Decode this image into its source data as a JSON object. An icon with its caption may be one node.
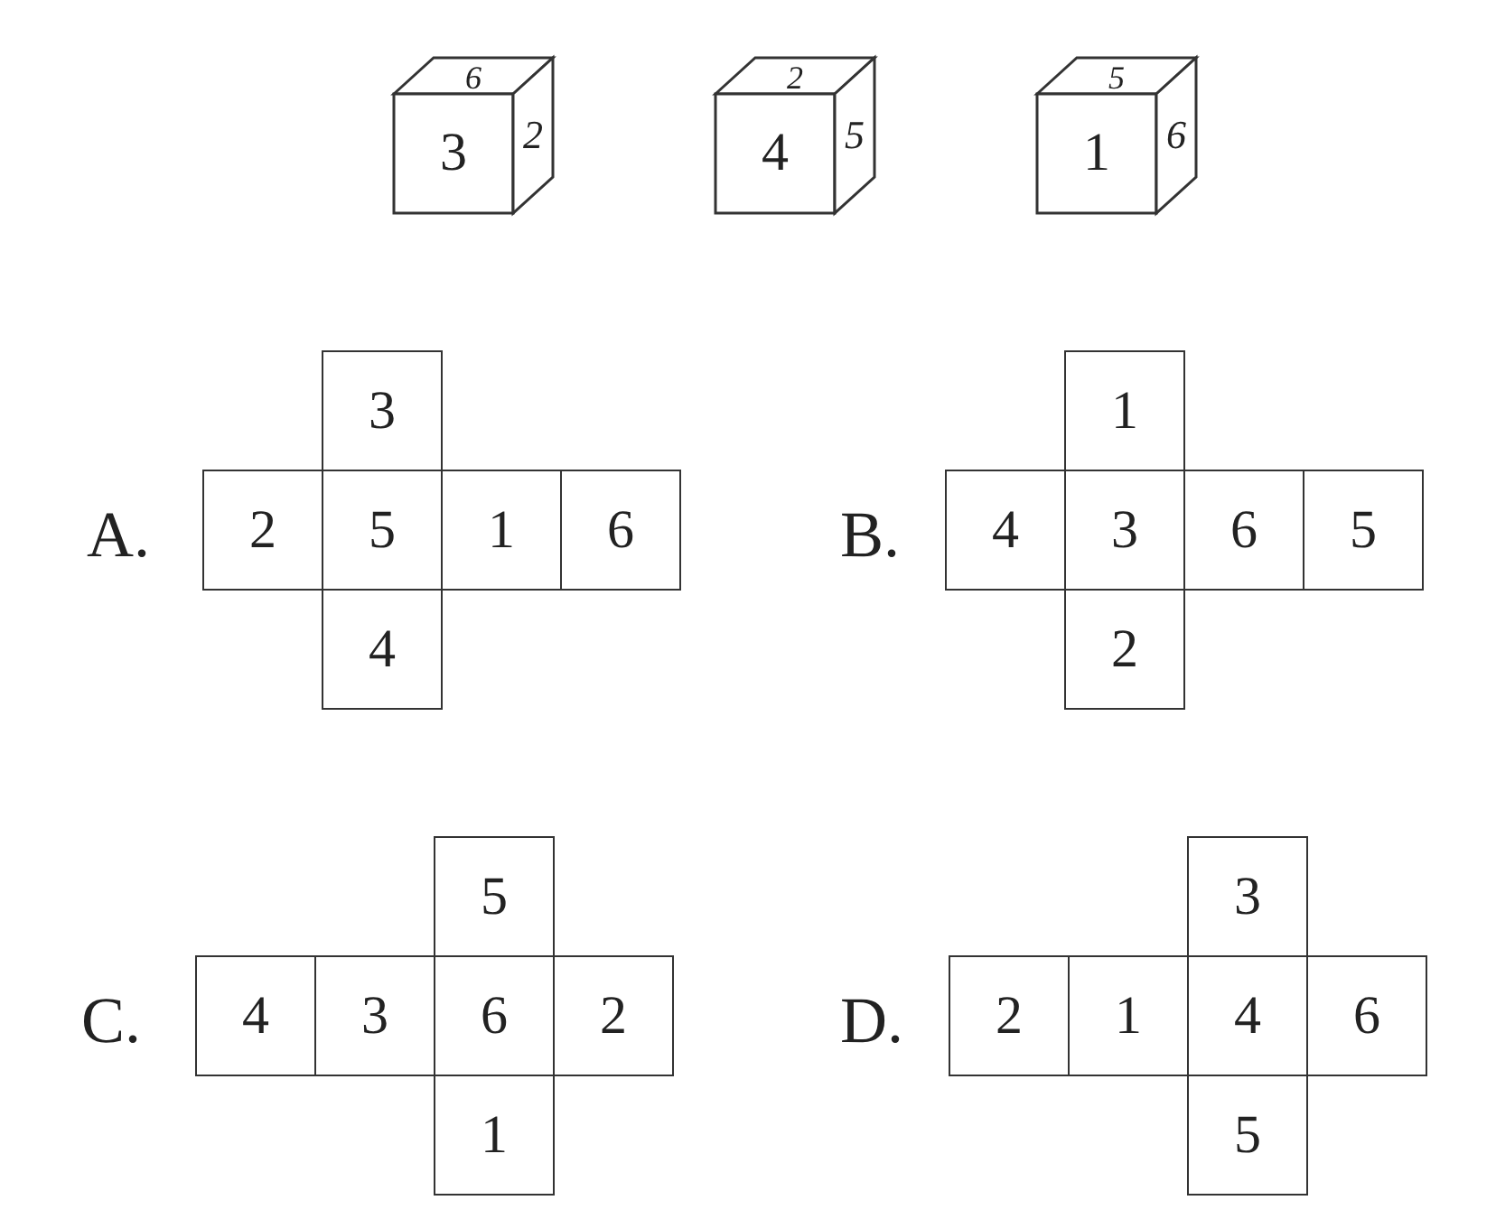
{
  "diagram": {
    "nodes": [
      {
        "text": [],
        "shape": "cube"
      },
      {
        "text": [
          "6"
        ],
        "in": 0
      },
      {
        "text": [
          "3"
        ],
        "in": 0
      },
      {
        "text": [
          "2"
        ],
        "in": 0
      },
      {
        "text": [],
        "shape": "cube"
      },
      {
        "text": [
          "2"
        ],
        "in": 4
      },
      {
        "text": [
          "4"
        ],
        "in": 4
      },
      {
        "text": [
          "5"
        ],
        "in": 4
      },
      {
        "text": [],
        "shape": "cube"
      },
      {
        "text": [
          "5"
        ],
        "in": 8
      },
      {
        "text": [
          "1"
        ],
        "in": 8
      },
      {
        "text": [
          "6"
        ],
        "in": 8
      },
      {
        "text": [
          "3"
        ]
      },
      {
        "text": [
          "2"
        ]
      },
      {
        "text": [
          "5"
        ]
      },
      {
        "text": [
          "1"
        ]
      },
      {
        "text": [
          "6"
        ]
      },
      {
        "text": [
          "4"
        ]
      },
      {
        "text": [
          "1"
        ]
      },
      {
        "text": [
          "4"
        ]
      },
      {
        "text": [
          "3"
        ]
      },
      {
        "text": [
          "6"
        ]
      },
      {
        "text": [
          "5"
        ]
      },
      {
        "text": [
          "2"
        ]
      },
      {
        "text": [
          "5"
        ]
      },
      {
        "text": [
          "4"
        ]
      },
      {
        "text": [
          "3"
        ]
      },
      {
        "text": [
          "6"
        ]
      },
      {
        "text": [
          "2"
        ]
      },
      {
        "text": [
          "1"
        ]
      },
      {
        "text": [
          "3"
        ]
      },
      {
        "text": [
          "2"
        ]
      },
      {
        "text": [
          "1"
        ]
      },
      {
        "text": [
          "4"
        ]
      },
      {
        "text": [
          "6"
        ]
      },
      {
        "text": [
          "5"
        ]
      }
    ],
    "labels": [
      "A.",
      "B.",
      "C.",
      "D."
    ]
  }
}
